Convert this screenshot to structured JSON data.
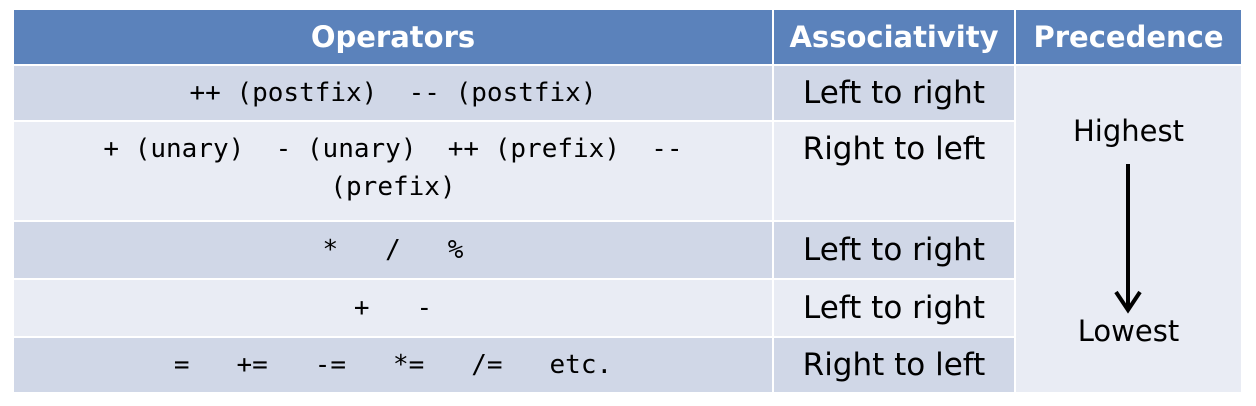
{
  "headers": {
    "operators": "Operators",
    "associativity": "Associativity",
    "precedence": "Precedence"
  },
  "rows": [
    {
      "operators_line1": "++ (postfix)  -- (postfix)",
      "associativity": "Left to right"
    },
    {
      "operators_line1": "+ (unary)  - (unary)  ++ (prefix)  --",
      "operators_line2": "(prefix)",
      "associativity": "Right to left"
    },
    {
      "operators_line1": "*   /   %",
      "associativity": "Left to right"
    },
    {
      "operators_line1": "+   -",
      "associativity": "Left to right"
    },
    {
      "operators_line1": "=   +=   -=   *=   /=   etc.",
      "associativity": "Right to left"
    }
  ],
  "precedence": {
    "highest": "Highest",
    "lowest": "Lowest"
  },
  "colors": {
    "header_bg": "#5b82bb",
    "band_dark": "#d0d7e7",
    "band_light": "#e9ecf4"
  }
}
